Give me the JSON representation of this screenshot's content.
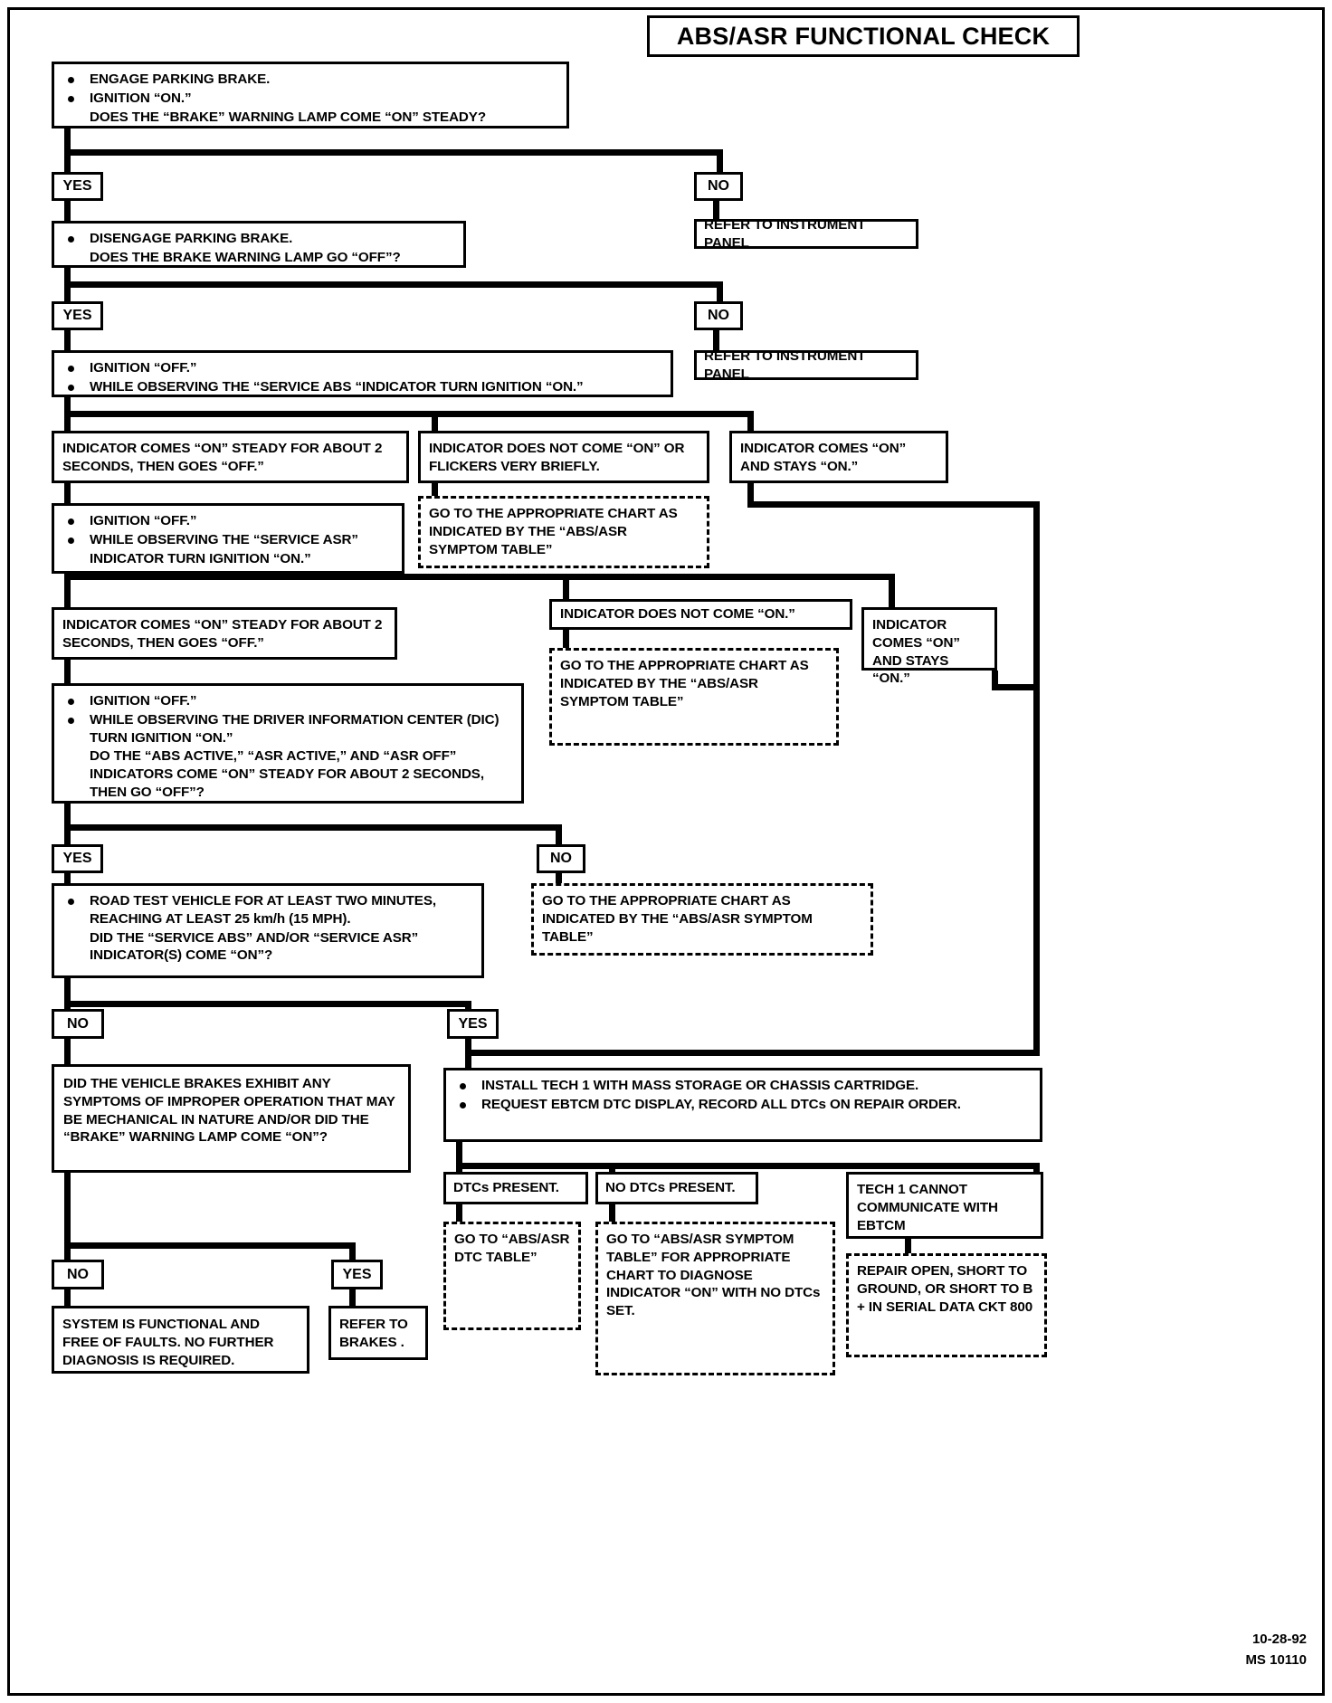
{
  "title": "ABS/ASR FUNCTIONAL CHECK",
  "footer": {
    "date": "10-28-92",
    "code": "MS 10110"
  },
  "labels": {
    "yes": "YES",
    "no": "NO"
  },
  "steps": {
    "step1": {
      "b1": "ENGAGE PARKING BRAKE.",
      "b2": "IGNITION “ON.”",
      "b2b": "DOES THE “BRAKE” WARNING LAMP COME “ON” STEADY?"
    },
    "refer_instrument_panel_1": "REFER TO INSTRUMENT PANEL",
    "step2": {
      "b1": "DISENGAGE PARKING BRAKE.",
      "b1b": "DOES THE BRAKE WARNING LAMP GO “OFF”?"
    },
    "refer_instrument_panel_2": "REFER TO  INSTRUMENT PANEL",
    "step3": {
      "b1": "IGNITION “OFF.”",
      "b2": "WHILE OBSERVING THE “SERVICE ABS “INDICATOR TURN IGNITION “ON.”"
    },
    "abs_result_a": "INDICATOR COMES “ON” STEADY FOR ABOUT 2 SECONDS, THEN GOES “OFF.”",
    "abs_result_b": "INDICATOR DOES NOT COME “ON” OR FLICKERS VERY BRIEFLY.",
    "abs_result_c": "INDICATOR COMES “ON” AND STAYS “ON.”",
    "goto_symptom_1": "GO TO THE APPROPRIATE CHART AS INDICATED BY THE “ABS/ASR SYMPTOM TABLE”",
    "step4": {
      "b1": "IGNITION “OFF.”",
      "b2": "WHILE OBSERVING THE “SERVICE ASR”",
      "b2b": "INDICATOR TURN IGNITION “ON.”"
    },
    "asr_result_a": "INDICATOR COMES “ON” STEADY FOR ABOUT 2 SECONDS, THEN GOES “OFF.”",
    "asr_result_b": "INDICATOR DOES NOT COME “ON.”",
    "asr_result_c": "INDICATOR COMES “ON” AND STAYS “ON.”",
    "goto_symptom_2": "GO TO THE APPROPRIATE CHART AS INDICATED BY THE “ABS/ASR SYMPTOM TABLE”",
    "step5": {
      "b1": "IGNITION “OFF.”",
      "b2": "WHILE OBSERVING THE DRIVER INFORMATION CENTER (DIC) TURN IGNITION “ON.”",
      "b2b": "DO THE “ABS ACTIVE,” “ASR ACTIVE,” AND “ASR OFF” INDICATORS COME “ON” STEADY FOR ABOUT 2 SECONDS, THEN GO “OFF”?"
    },
    "goto_symptom_3": "GO TO THE APPROPRIATE CHART AS INDICATED BY THE “ABS/ASR SYMPTOM TABLE”",
    "step6": {
      "b1": "ROAD TEST VEHICLE FOR AT LEAST TWO MINUTES, REACHING AT LEAST 25 km/h (15 MPH).",
      "b1b": "DID THE “SERVICE ABS” AND/OR “SERVICE ASR” INDICATOR(S) COME “ON”?"
    },
    "brakes_question": "DID THE VEHICLE BRAKES EXHIBIT ANY SYMPTOMS OF IMPROPER OPERATION THAT MAY BE MECHANICAL IN NATURE AND/OR DID THE “BRAKE” WARNING LAMP COME “ON”?",
    "step7": {
      "b1": "INSTALL TECH 1 WITH MASS STORAGE OR CHASSIS CARTRIDGE.",
      "b2": "REQUEST EBTCM DTC DISPLAY, RECORD ALL DTCs ON REPAIR ORDER."
    },
    "dtcs_present": "DTCs PRESENT.",
    "no_dtcs_present": "NO DTCs PRESENT.",
    "tech1_cannot": "TECH 1 CANNOT COMMUNICATE WITH EBTCM",
    "goto_dtc_table": "GO TO “ABS/ASR DTC TABLE”",
    "goto_symptom_table_4": "GO TO “ABS/ASR SYMPTOM TABLE” FOR APPROPRIATE CHART TO DIAGNOSE INDICATOR “ON” WITH NO DTCs SET.",
    "repair_open": "REPAIR OPEN, SHORT TO GROUND, OR SHORT TO B + IN SERIAL DATA CKT 800",
    "system_functional": "SYSTEM IS FUNCTIONAL AND FREE OF FAULTS.  NO FURTHER DIAGNOSIS IS REQUIRED.",
    "refer_to_brakes": "REFER TO BRAKES ."
  }
}
